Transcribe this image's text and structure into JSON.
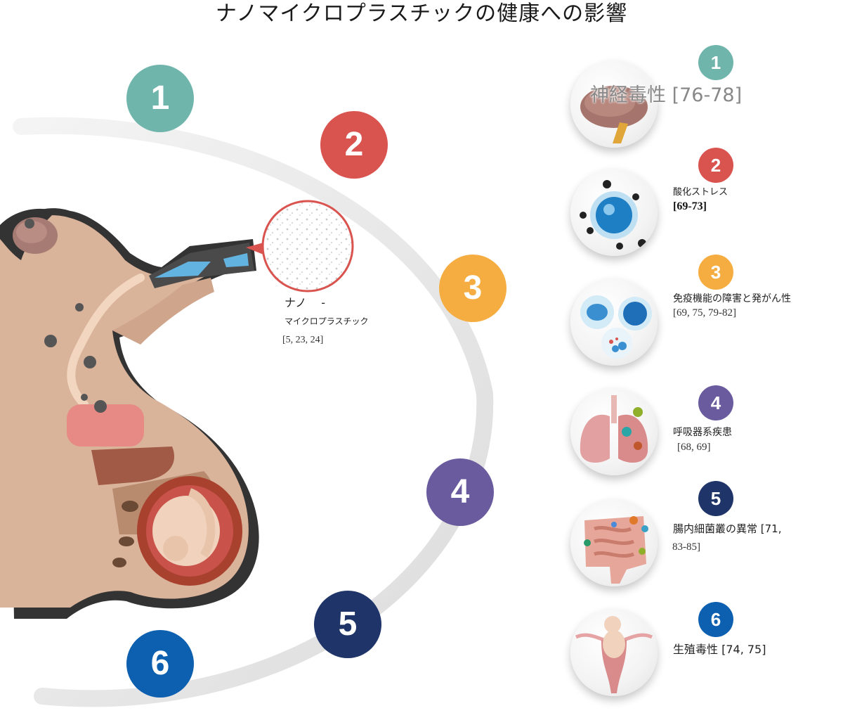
{
  "title": "ナノマイクロプラスチックの健康への影響",
  "particle": {
    "label_line1": "ナノ　 -",
    "label_line2": "マイクロプラスチック",
    "refs": "[5, 23, 24]"
  },
  "ring_numbers": [
    "1",
    "2",
    "3",
    "4",
    "5",
    "6"
  ],
  "effects": [
    {
      "num": "1",
      "label": "神経毒性 [76-78]",
      "refs": "",
      "color": "#6fb5ac",
      "icon": "brain-icon"
    },
    {
      "num": "2",
      "label": "酸化ストレス",
      "refs": "[69-73]",
      "color": "#d9534f",
      "icon": "cell-icon"
    },
    {
      "num": "3",
      "label": "免疫機能の障害と発がん性",
      "refs": "[69, 75, 79-82]",
      "color": "#f5ad42",
      "icon": "immune-cells-icon"
    },
    {
      "num": "4",
      "label": "呼吸器系疾患",
      "refs": "[68, 69]",
      "color": "#6a5a9e",
      "icon": "lungs-icon"
    },
    {
      "num": "5",
      "label": "腸内細菌叢の異常 [71,",
      "refs": "83-85]",
      "color": "#1f3468",
      "icon": "intestine-icon"
    },
    {
      "num": "6",
      "label": "生殖毒性 [74, 75]",
      "refs": "",
      "color": "#0d5fb0",
      "icon": "uterus-icon"
    }
  ],
  "colors": {
    "teal": "#6fb5ac",
    "red": "#d9534f",
    "orange": "#f5ad42",
    "purple": "#6a5a9e",
    "navy": "#1f3468",
    "blue": "#0d5fb0",
    "skin": "#d9b39a",
    "shadow": "#333333"
  }
}
